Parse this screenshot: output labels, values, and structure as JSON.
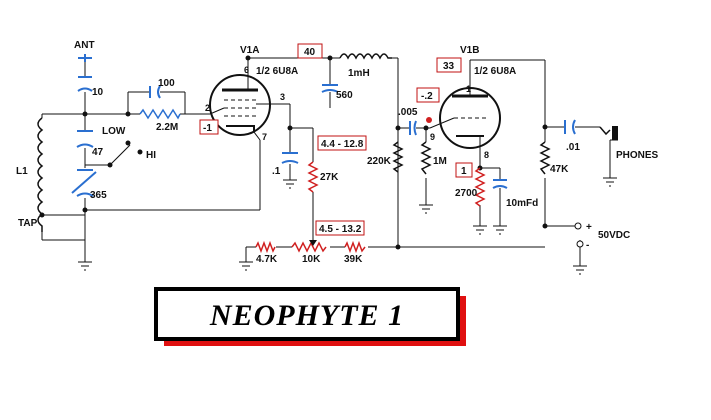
{
  "schematic": {
    "title": "NEOPHYTE 1",
    "tube_a": "V1A",
    "tube_a_type": "1/2 6U8A",
    "tube_b": "V1B",
    "tube_b_type": "1/2 6U8A",
    "components": {
      "ant": "ANT",
      "c_ant": "10",
      "c_grid": "100",
      "r_grid": "2.2M",
      "low": "LOW",
      "hi": "HI",
      "c47": "47",
      "l1": "L1",
      "c365": "365",
      "tap": "TAP",
      "rfc": "1mH",
      "c560": "560",
      "c005": ".005",
      "r220k": "220K",
      "r1m": "1M",
      "c1": ".1",
      "r27k": "27K",
      "r4k7": "4.7K",
      "pot10k": "10K",
      "r39k": "39K",
      "r2700": "2700",
      "c10mfd": "10mFd",
      "r47k": "47K",
      "c01": ".01",
      "phones": "PHONES",
      "supply": "50VDC",
      "plus": "+",
      "minus": "-"
    },
    "pins": {
      "a2": "2",
      "a3": "3",
      "a6": "6",
      "a7": "7",
      "b1": "1",
      "b8": "8",
      "b9": "9"
    },
    "voltages": {
      "v40": "40",
      "vneg1": "-1",
      "v4_4": "4.4 - 12.8",
      "v4_5": "4.5 - 13.2",
      "v33": "33",
      "vneg2": "-.2",
      "v1": "1"
    },
    "colors": {
      "wire": "#111111",
      "resistor": "#d02020",
      "resistor_alt": "#2a6fd0",
      "capacitor": "#2a6fd0",
      "inductor": "#111111",
      "box_border": "#c01010",
      "title_shadow": "#e01010"
    }
  }
}
